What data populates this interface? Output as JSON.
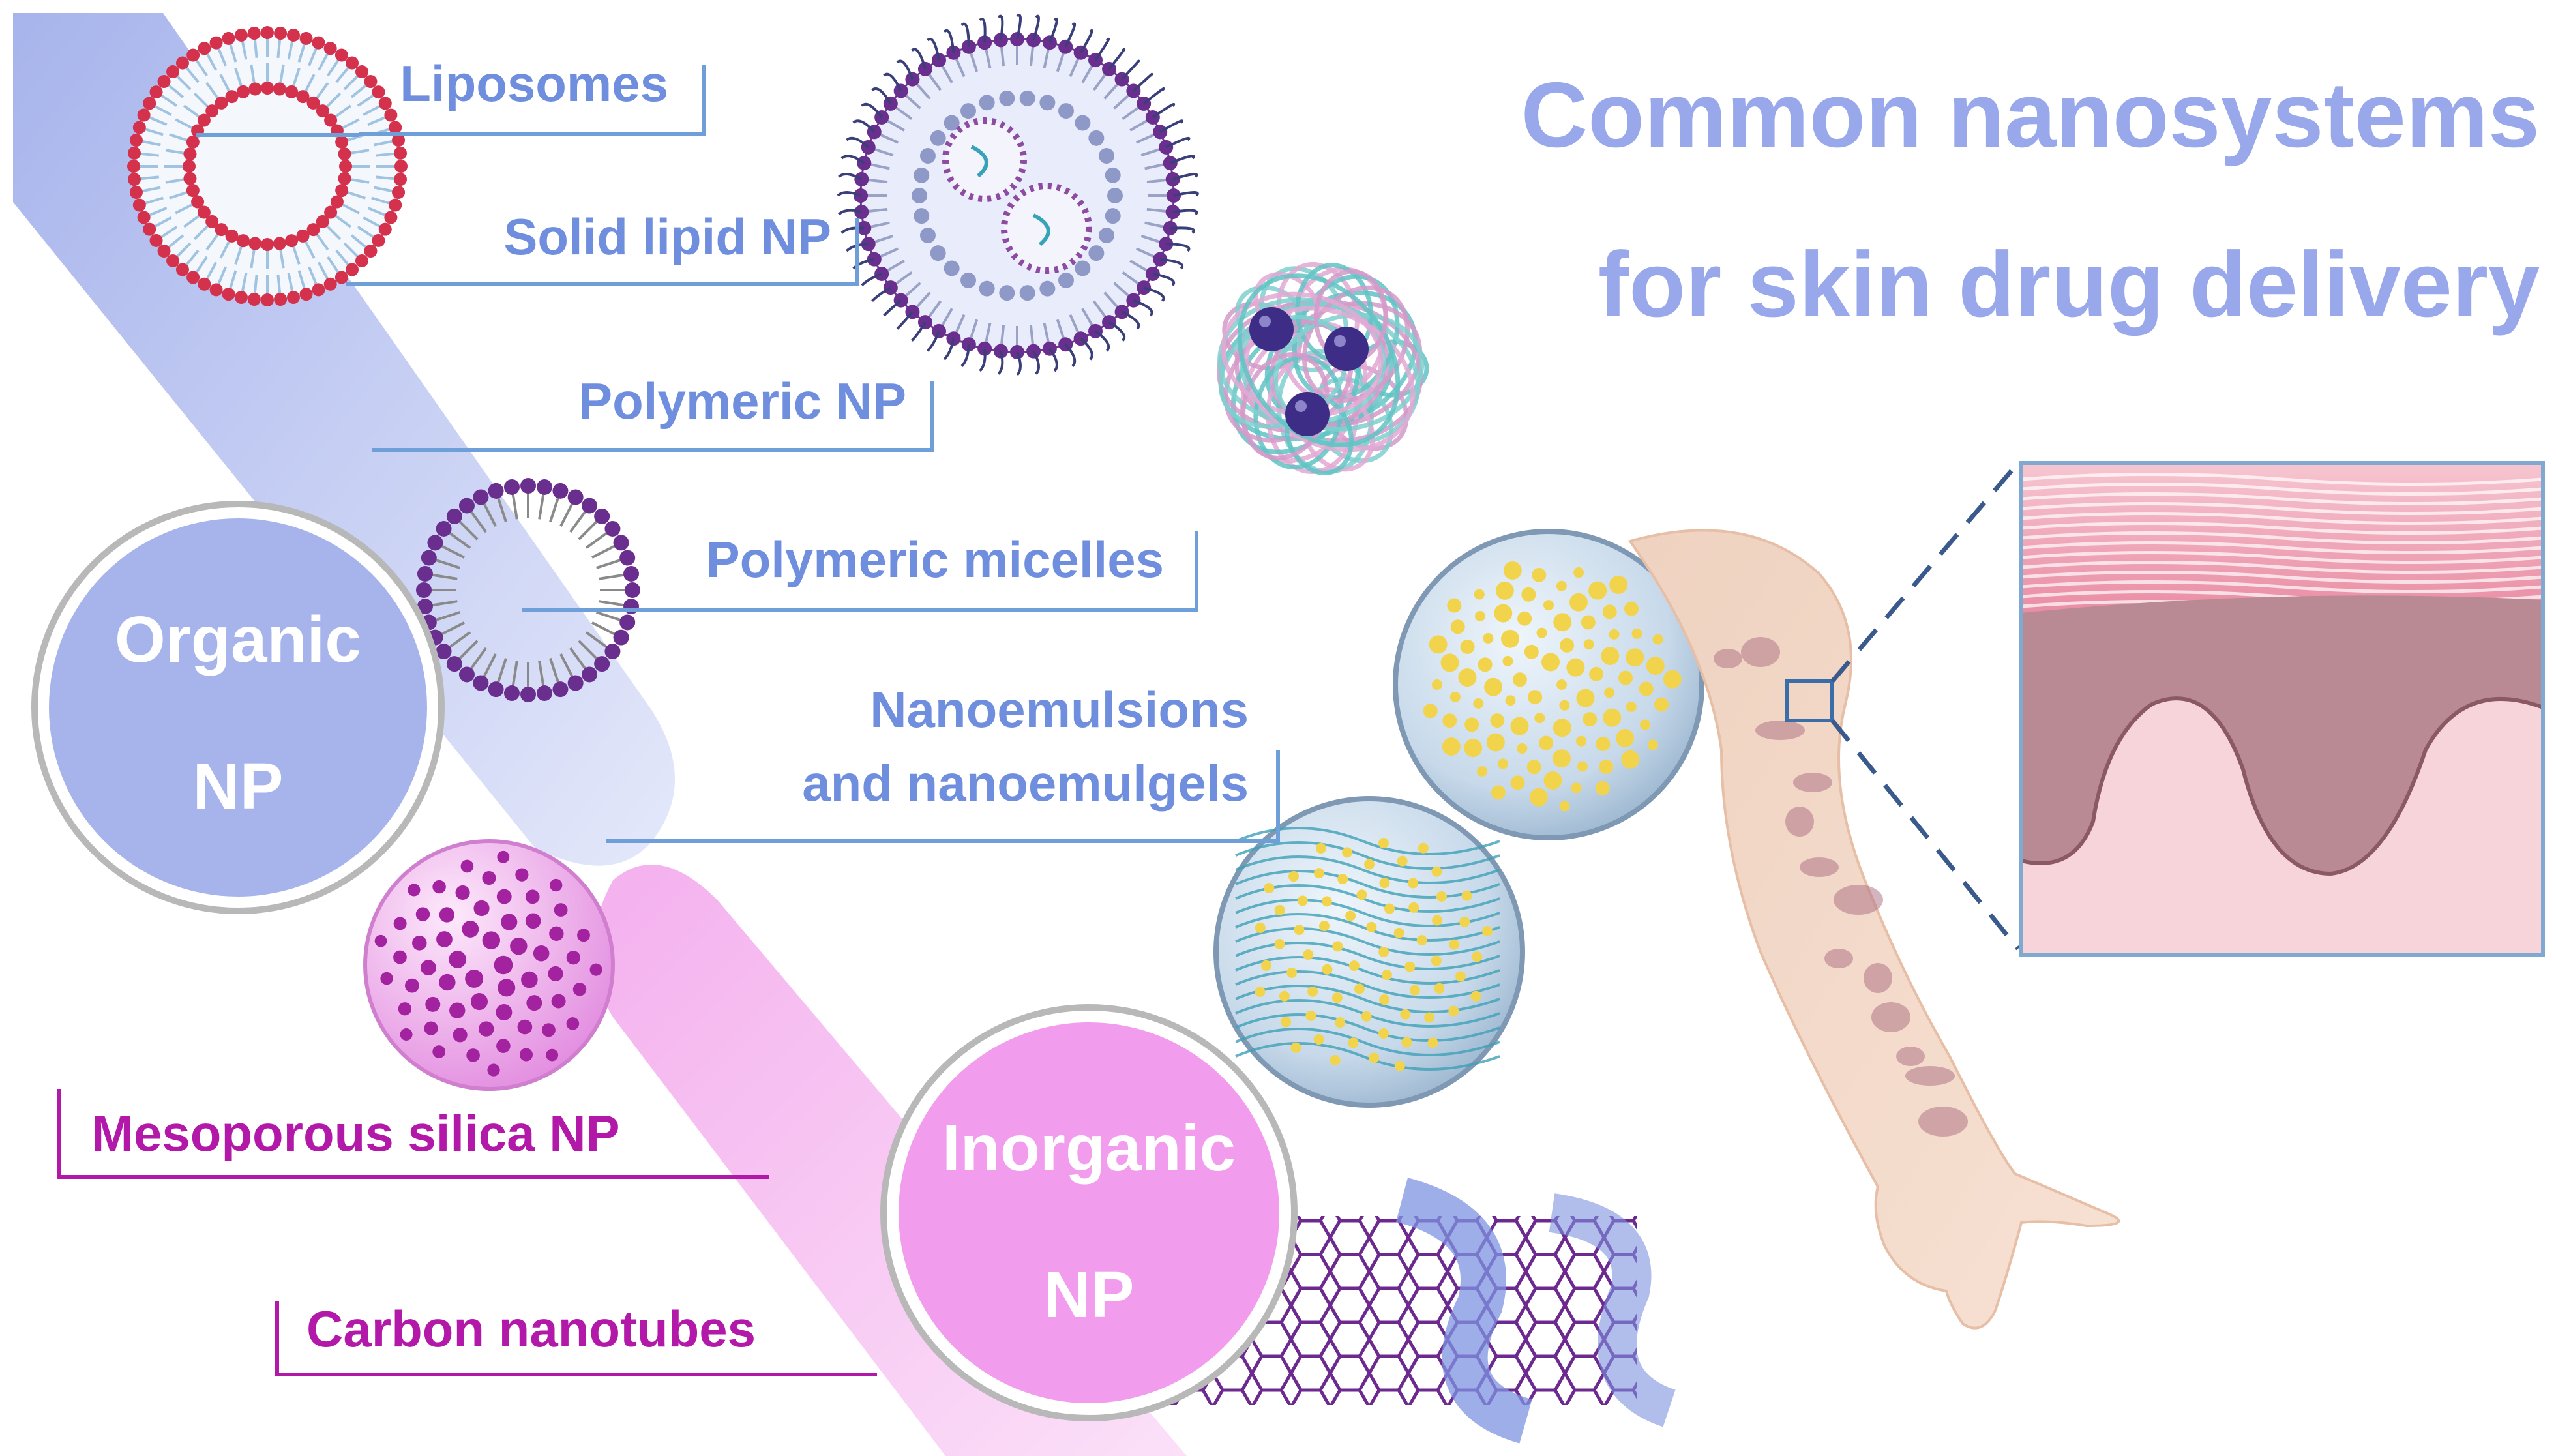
{
  "title": {
    "line1": "Common nanosystems",
    "line2": "for skin drug delivery"
  },
  "categories": {
    "organic": {
      "line1": "Organic",
      "line2": "NP"
    },
    "inorganic": {
      "line1": "Inorganic",
      "line2": "NP"
    }
  },
  "labels": {
    "liposomes": "Liposomes",
    "solid_lipid": "Solid lipid NP",
    "polymeric_np": "Polymeric NP",
    "polymeric_micelles": "Polymeric micelles",
    "nanoemulsions_1": "Nanoemulsions",
    "nanoemulsions_2": "and nanoemulgels",
    "mesoporous": "Mesoporous silica NP",
    "carbon": "Carbon nanotubes"
  },
  "colors": {
    "organic": "#9fb1e8",
    "organic_label": "#6f8ede",
    "organic_line": "#6f9fd8",
    "inorganic": "#f19cec",
    "inorganic_label": "#b319a8",
    "title": "#98a8ea"
  }
}
